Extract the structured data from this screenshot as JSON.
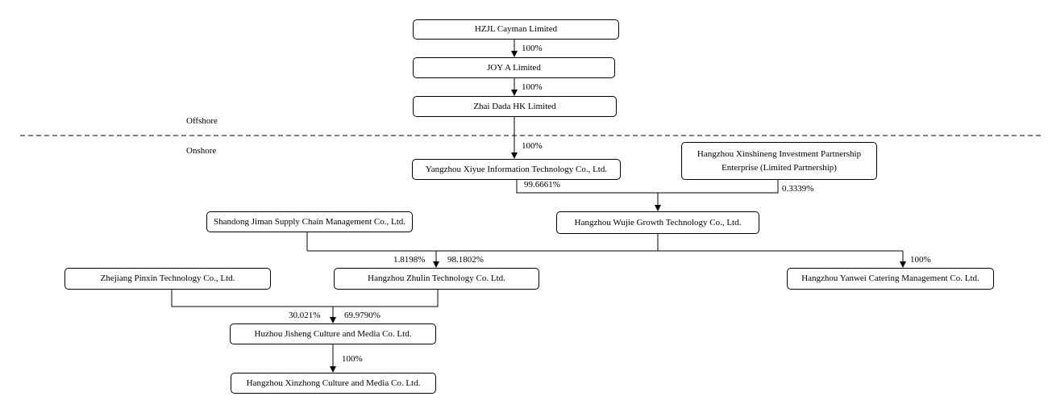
{
  "regions": {
    "offshore": "Offshore",
    "onshore": "Onshore"
  },
  "entities": {
    "hzjl": "HZJL Cayman Limited",
    "joy_a": "JOY A Limited",
    "zhai_dada": "Zhai Dada HK Limited",
    "yangzhou_xiyue": "Yangzhou Xiyue Information Technology Co., Ltd.",
    "xinshineng": "Hangzhou Xinshineng Investment Partnership Enterprise (Limited Partnership)",
    "shandong_jiman": "Shandong Jiman Supply Chain Management Co., Ltd.",
    "wujie": "Hangzhou Wujie Growth Technology Co., Ltd.",
    "pinxin": "Zhejiang Pinxin Technology Co., Ltd.",
    "zhulin": "Hangzhou Zhulin Technology Co. Ltd.",
    "yanwei": "Hangzhou Yanwei Catering Management Co. Ltd.",
    "jisheng": "Huzhou Jisheng Culture and Media Co. Ltd.",
    "xinzhong": "Hangzhou Xinzhong Culture and Media Co. Ltd."
  },
  "ownership": {
    "hzjl_joy": "100%",
    "joy_zhai": "100%",
    "zhai_xiyue": "100%",
    "xiyue_wujie": "99.6661%",
    "xinshineng_wujie": "0.3339%",
    "jiman_zhulin": "1.8198%",
    "wujie_zhulin": "98.1802%",
    "wujie_yanwei": "100%",
    "pinxin_jisheng": "30.021%",
    "zhulin_jisheng": "69.9790%",
    "jisheng_xinzhong": "100%"
  },
  "colors": {
    "line": "#000000",
    "box_border": "#000000",
    "background": "#ffffff"
  }
}
